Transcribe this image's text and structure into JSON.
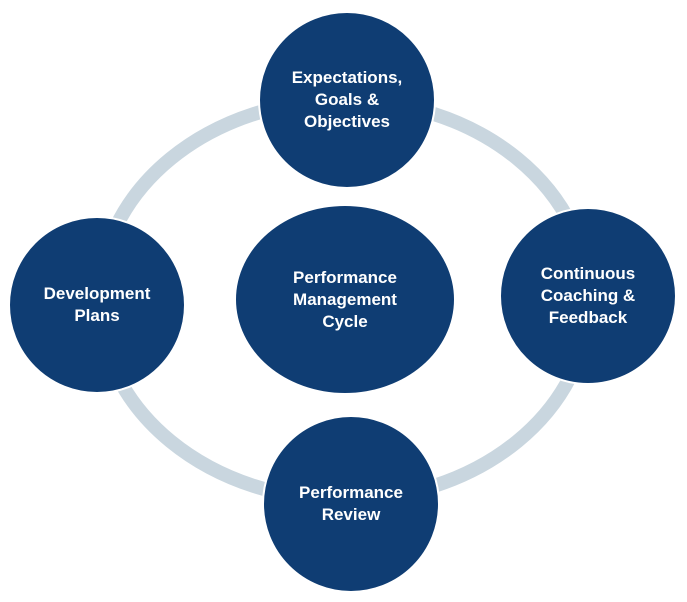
{
  "diagram": {
    "center": {
      "label": "Performance\nManagement\nCycle"
    },
    "stages": [
      {
        "label": "Expectations,\nGoals &\nObjectives"
      },
      {
        "label": "Continuous\nCoaching &\nFeedback"
      },
      {
        "label": "Performance\nReview"
      },
      {
        "label": "Development\nPlans"
      }
    ],
    "colors": {
      "node_fill": "#0f3d73",
      "ring": "#c9d6df",
      "text": "#ffffff",
      "background": "#ffffff"
    }
  }
}
